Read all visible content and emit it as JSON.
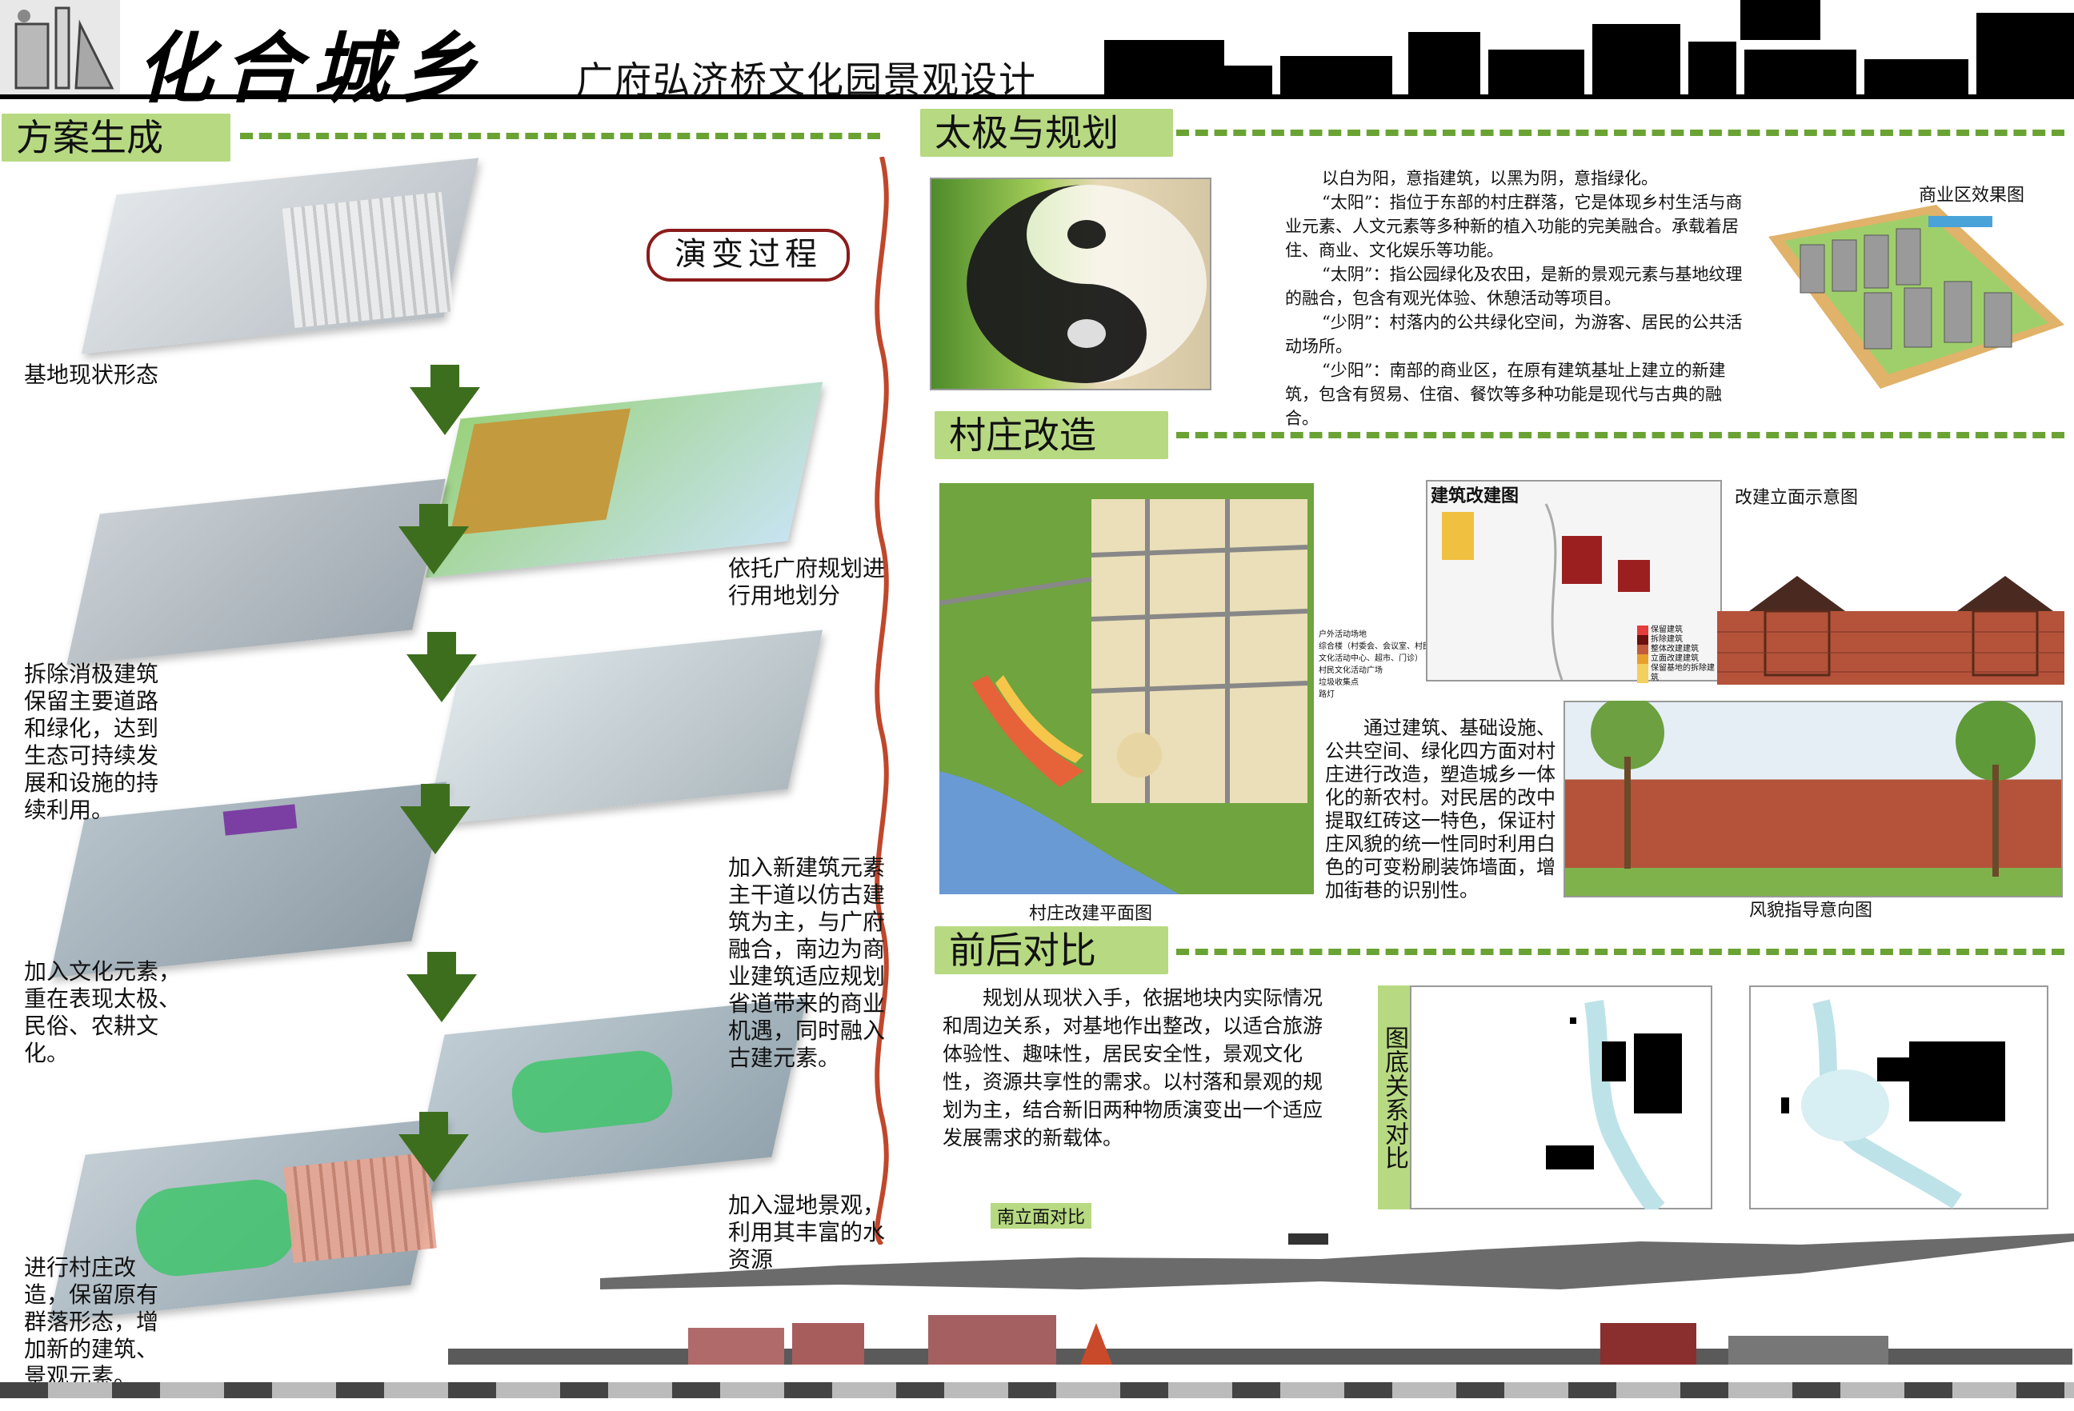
{
  "header": {
    "main_title": "化合城乡",
    "sub_title": "广府弘济桥文化园景观设计"
  },
  "sections": {
    "scheme": "方案生成",
    "taiji": "太极与规划",
    "village": "村庄改造",
    "compare": "前后对比"
  },
  "evolution": {
    "badge": "演变过程",
    "steps": [
      "基地现状形态",
      "依托广府规划进行用地划分",
      "拆除消极建筑保留主要道路和绿化，达到生态可持续发展和设施的持续利用。",
      "加入新建筑元素主干道以仿古建筑为主，与广府融合，南边为商业建筑适应规划省道带来的商业机遇，同时融入古建元素。",
      "加入文化元素，重在表现太极、民俗、农耕文化。",
      "加入湿地景观，利用其丰富的水资源",
      "进行村庄改造，保留原有群落形态，增加新的建筑、景观元素。"
    ]
  },
  "taiji": {
    "paragraphs": [
      "以白为阳，意指建筑，以黑为阴，意指绿化。",
      "“太阳”：指位于东部的村庄群落，它是体现乡村生活与商业元素、人文元素等多种新的植入功能的完美融合。承载着居住、商业、文化娱乐等功能。",
      "“太阴”：指公园绿化及农田，是新的景观元素与基地纹理的融合，包含有观光体验、休憩活动等项目。",
      "“少阴”：村落内的公共绿化空间，为游客、居民的公共活动场所。",
      "“少阳”：南部的商业区，在原有建筑基址上建立的新建筑，包含有贸易、住宿、餐饮等多种功能是现代与古典的融合。"
    ],
    "commercial_caption": "商业区效果图"
  },
  "village": {
    "plan_caption": "村庄改建平面图",
    "plan_legend": [
      "户外活动场地",
      "综合楼（村委会、会议室、村民文化活动中心、超市、门诊）",
      "村民文化活动广场",
      "垃圾收集点",
      "路灯"
    ],
    "building_map_title": "建筑改建图",
    "building_legend": [
      "保留建筑",
      "拆除建筑",
      "整体改建建筑",
      "立面改建建筑",
      "保留基地的拆除建筑"
    ],
    "elevation_caption": "改建立面示意图",
    "body": "通过建筑、基础设施、公共空间、绿化四方面对村庄进行改造，塑造城乡一体化的新农村。对民居的改中提取红砖这一特色，保证村庄风貌的统一性同时利用白色的可变粉刷装饰墙面，增加街巷的识别性。",
    "guide_caption": "风貌指导意向图"
  },
  "compare": {
    "body": "规划从现状入手，依据地块内实际情况和周边关系，对基地作出整改，以适合旅游体验性、趣味性，居民安全性，景观文化性，资源共享性的需求。以村落和景观的规划为主，结合新旧两种物质演变出一个适应发展需求的新载体。",
    "vertical_label": "图底关系对比",
    "south_elevation_label": "南立面对比"
  },
  "colors": {
    "section_bg": "#b7d982",
    "dash": "#6aa334",
    "arrow": "#3d6e1d",
    "brick": "#b4533a"
  }
}
